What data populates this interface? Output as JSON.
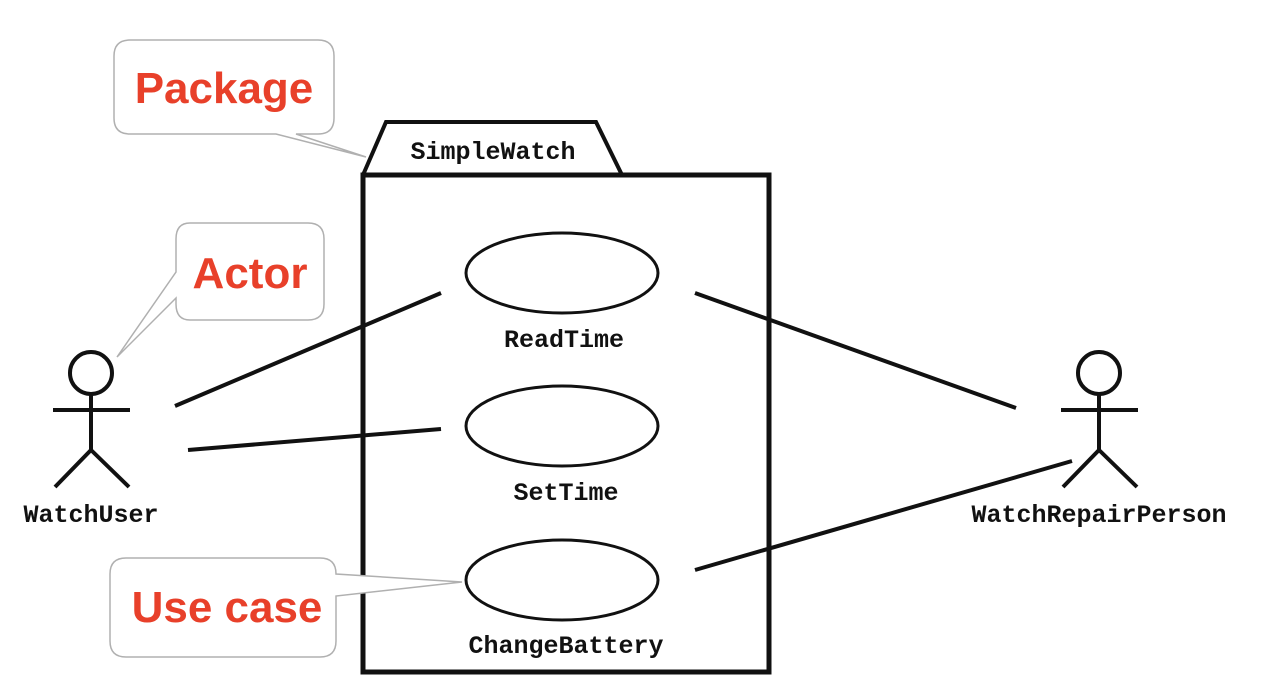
{
  "package": {
    "name": "SimpleWatch"
  },
  "actors": {
    "left": {
      "name": "WatchUser"
    },
    "right": {
      "name": "WatchRepairPerson"
    }
  },
  "use_cases": [
    {
      "name": "ReadTime"
    },
    {
      "name": "SetTime"
    },
    {
      "name": "ChangeBattery"
    }
  ],
  "callouts": {
    "package": "Package",
    "actor": "Actor",
    "use_case": "Use case"
  },
  "colors": {
    "callout_text": "#e8402a",
    "callout_border": "#b0b0b0",
    "line": "#111111"
  }
}
